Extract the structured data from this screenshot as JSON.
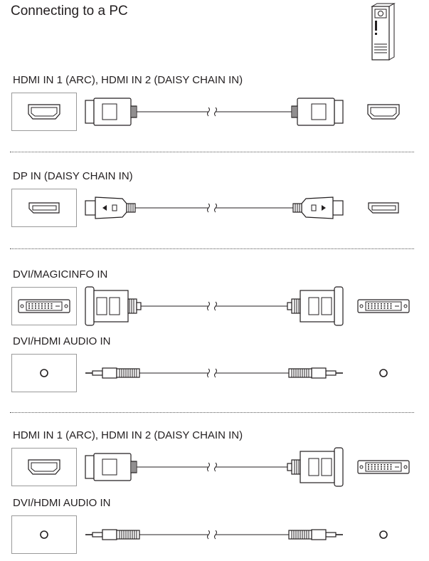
{
  "title": "Connecting to a PC",
  "sections": [
    {
      "rows": [
        {
          "label": "HDMI IN 1 (ARC), HDMI IN 2 (DAISY CHAIN IN)",
          "cable": "hdmi-hdmi",
          "left_port": "hdmi",
          "right_port": "hdmi"
        }
      ]
    },
    {
      "rows": [
        {
          "label": "DP IN (DAISY CHAIN IN)",
          "cable": "dp-dp",
          "left_port": "dp",
          "right_port": "dp"
        }
      ]
    },
    {
      "rows": [
        {
          "label": "DVI/MAGICINFO IN",
          "cable": "dvi-dvi",
          "left_port": "dvi",
          "right_port": "dvi"
        },
        {
          "label": "DVI/HDMI AUDIO IN",
          "cable": "audio-audio",
          "left_port": "audio",
          "right_port": "audio"
        }
      ]
    },
    {
      "rows": [
        {
          "label": "HDMI IN 1 (ARC), HDMI IN 2 (DAISY CHAIN IN)",
          "cable": "hdmi-dvi",
          "left_port": "hdmi",
          "right_port": "dvi"
        },
        {
          "label": "DVI/HDMI AUDIO IN",
          "cable": "audio-audio",
          "left_port": "audio",
          "right_port": "audio"
        }
      ]
    }
  ],
  "icons": {
    "pc": "pc-tower-icon"
  },
  "colors": {
    "line": "#231f20",
    "box_border": "#9a9a9a",
    "separator": "#555555"
  }
}
